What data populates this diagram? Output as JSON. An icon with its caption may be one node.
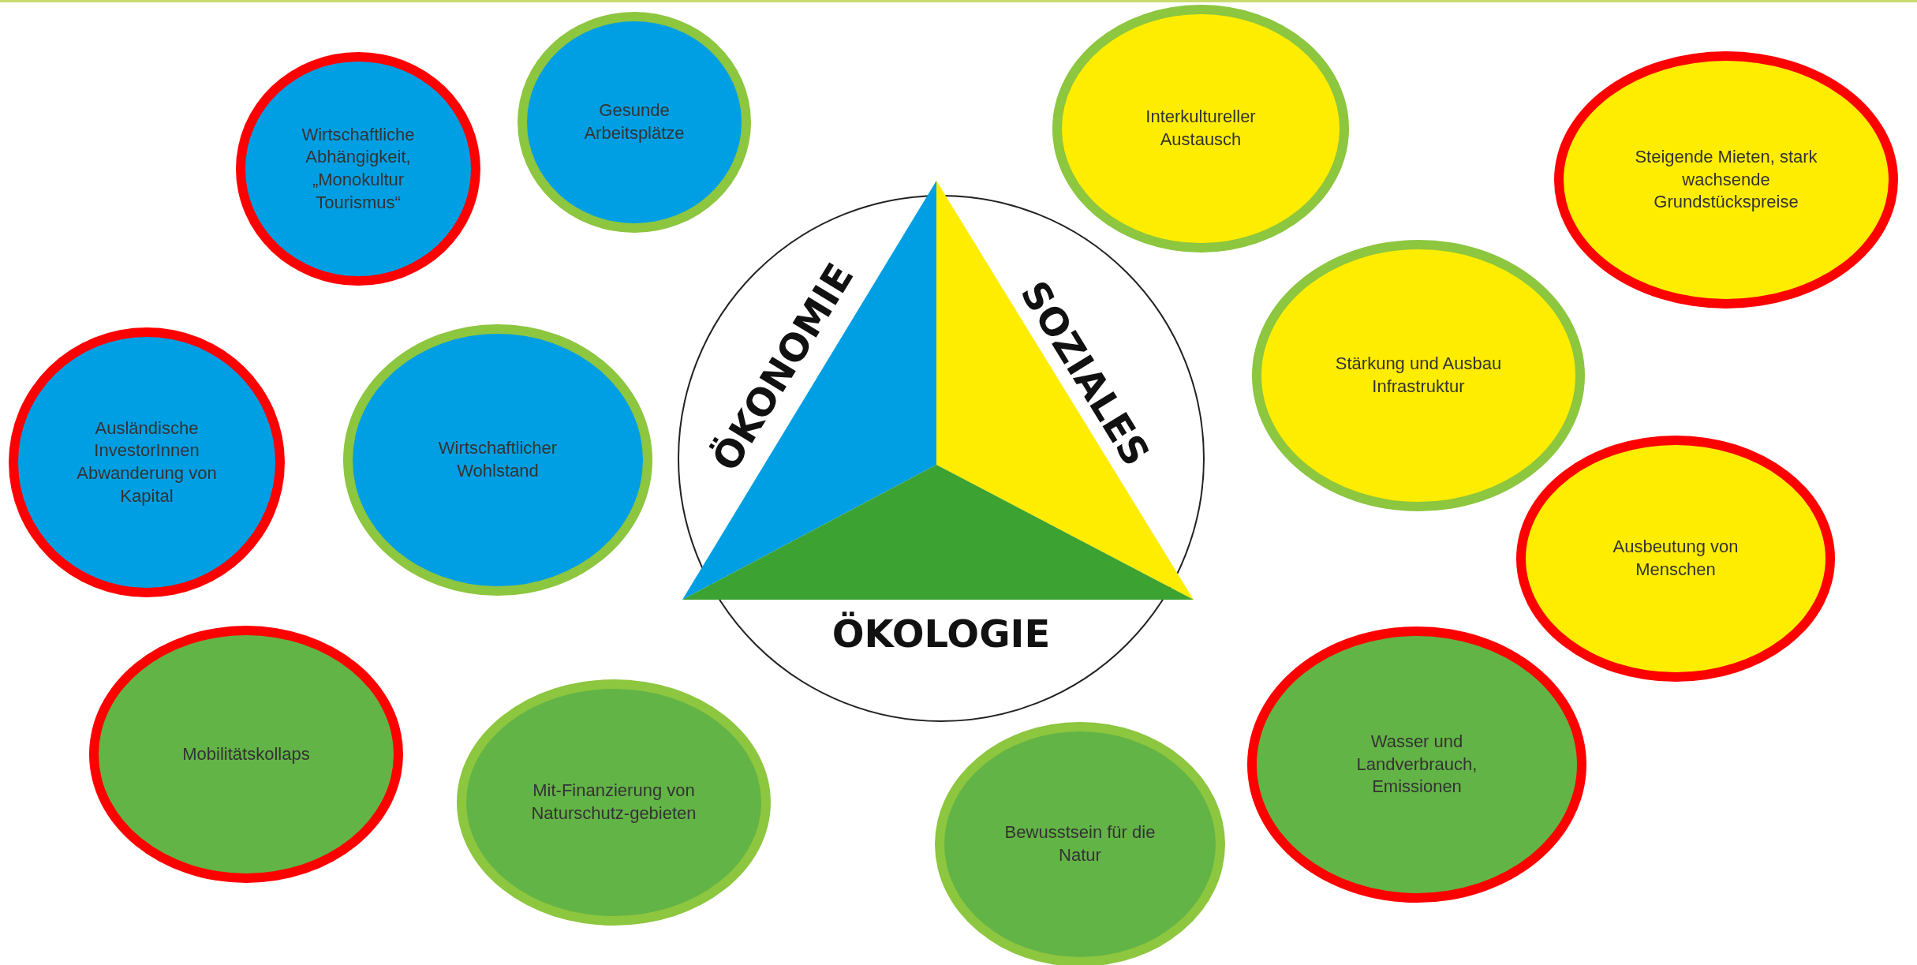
{
  "diagram": {
    "nodes": [
      {
        "text": [
          "Wirtschaftliche Abhängigkeit, „Monokultur Tourismus“"
        ]
      },
      {
        "text": [
          "Gesunde Arbeitsplätze"
        ]
      },
      {
        "text": [
          "Interkultureller Austausch"
        ]
      },
      {
        "text": [
          "Steigende Mieten, stark wachsende Grundstückspreise"
        ]
      },
      {
        "text": [
          "ÖKONOMIE"
        ]
      },
      {
        "text": [
          "SOZIALES"
        ]
      },
      {
        "text": [
          "Stärkung und Ausbau Infrastruktur"
        ]
      },
      {
        "text": [
          "Ausländische InvestorInnen Abwanderung von Kapital"
        ]
      },
      {
        "text": [
          "Wirtschaftlicher Wohlstand"
        ]
      },
      {
        "text": [
          "Ausbeutung von Menschen"
        ]
      },
      {
        "text": [
          "ÖKOLOGIE"
        ]
      },
      {
        "text": [
          "Mobilitätskollaps"
        ]
      },
      {
        "text": [
          "Mit-Finanzierung von Naturschutz-gebieten"
        ]
      },
      {
        "text": [
          "Bewusstsein für die Natur"
        ]
      },
      {
        "text": [
          "Wasser und Landverbrauch, Emissionen"
        ]
      }
    ]
  }
}
